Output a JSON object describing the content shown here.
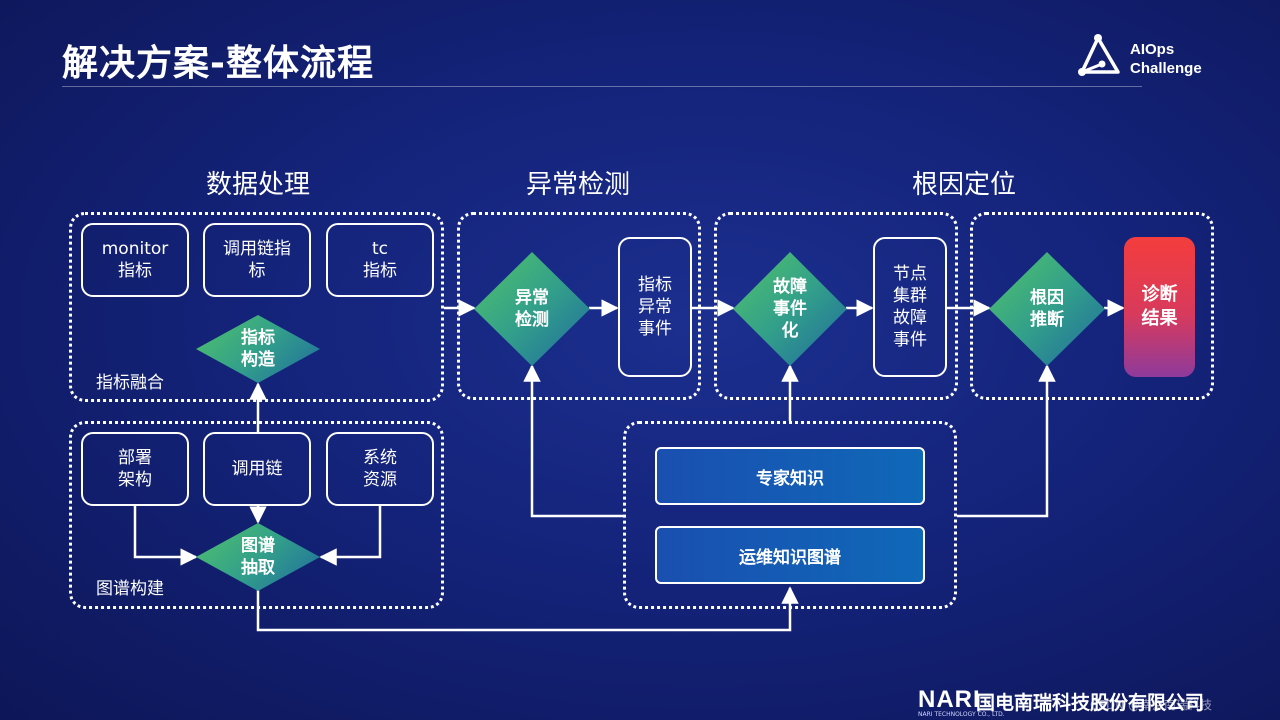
{
  "header": {
    "title": "解决方案-整体流程"
  },
  "logo": {
    "line1": "AIOps",
    "line2": "Challenge"
  },
  "sections": {
    "data_processing": "数据处理",
    "anomaly_detection": "异常检测",
    "root_cause": "根因定位"
  },
  "metrics_group": {
    "monitor": "monitor\n指标",
    "trace_metric": "调用链指\n标",
    "tc": "tc\n指标",
    "construct": "指标\n构造",
    "label": "指标融合"
  },
  "graph_group": {
    "deploy": "部署\n架构",
    "trace": "调用链",
    "system": "系统\n资源",
    "extract": "图谱\n抽取",
    "label": "图谱构建"
  },
  "anomaly": {
    "detect": "异常\n检测",
    "events": "指标\n异常\n事件"
  },
  "fault": {
    "eventize": "故障\n事件\n化",
    "node_events": "节点\n集群\n故障\n事件"
  },
  "inference": {
    "infer": "根因\n推断",
    "result": "诊断\n结果"
  },
  "knowledge": {
    "expert": "专家知识",
    "ops_graph": "运维知识图谱"
  },
  "footer": {
    "brand": "NARI",
    "company": "国电南瑞科技股份有限公司",
    "company_en": "NARI TECHNOLOGY CO., LTD.",
    "watermark": "CSDN @南京南瑞科技"
  },
  "colors": {
    "background": "#14237a",
    "diamond_start": "#52c36a",
    "diamond_end": "#1f6a9e",
    "knowledge_box": "#1a4fb0",
    "result_top": "#f43d3d",
    "result_bottom": "#8e3a9c"
  }
}
